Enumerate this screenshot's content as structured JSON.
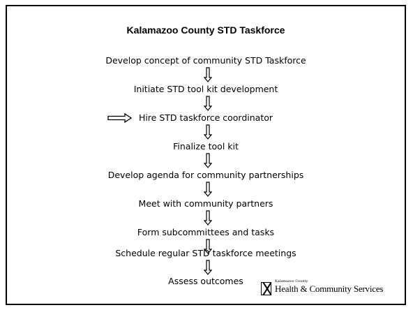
{
  "title": "Kalamazoo County STD Taskforce",
  "steps": [
    "Develop concept of community STD Taskforce",
    "Initiate STD tool kit development",
    "Hire STD taskforce coordinator",
    "Finalize tool kit",
    "Develop agenda for community partnerships",
    "Meet with community partners",
    "Form subcommittees and tasks",
    "Schedule regular STD taskforce meetings",
    "Assess outcomes"
  ],
  "current_step_marker": "right-arrow pointing to step 3",
  "logo": {
    "small_text": "Kalamazoo County",
    "main_text": "Health & Community Services"
  },
  "colors": {
    "text": "#000000",
    "border": "#000000",
    "background": "#ffffff"
  }
}
